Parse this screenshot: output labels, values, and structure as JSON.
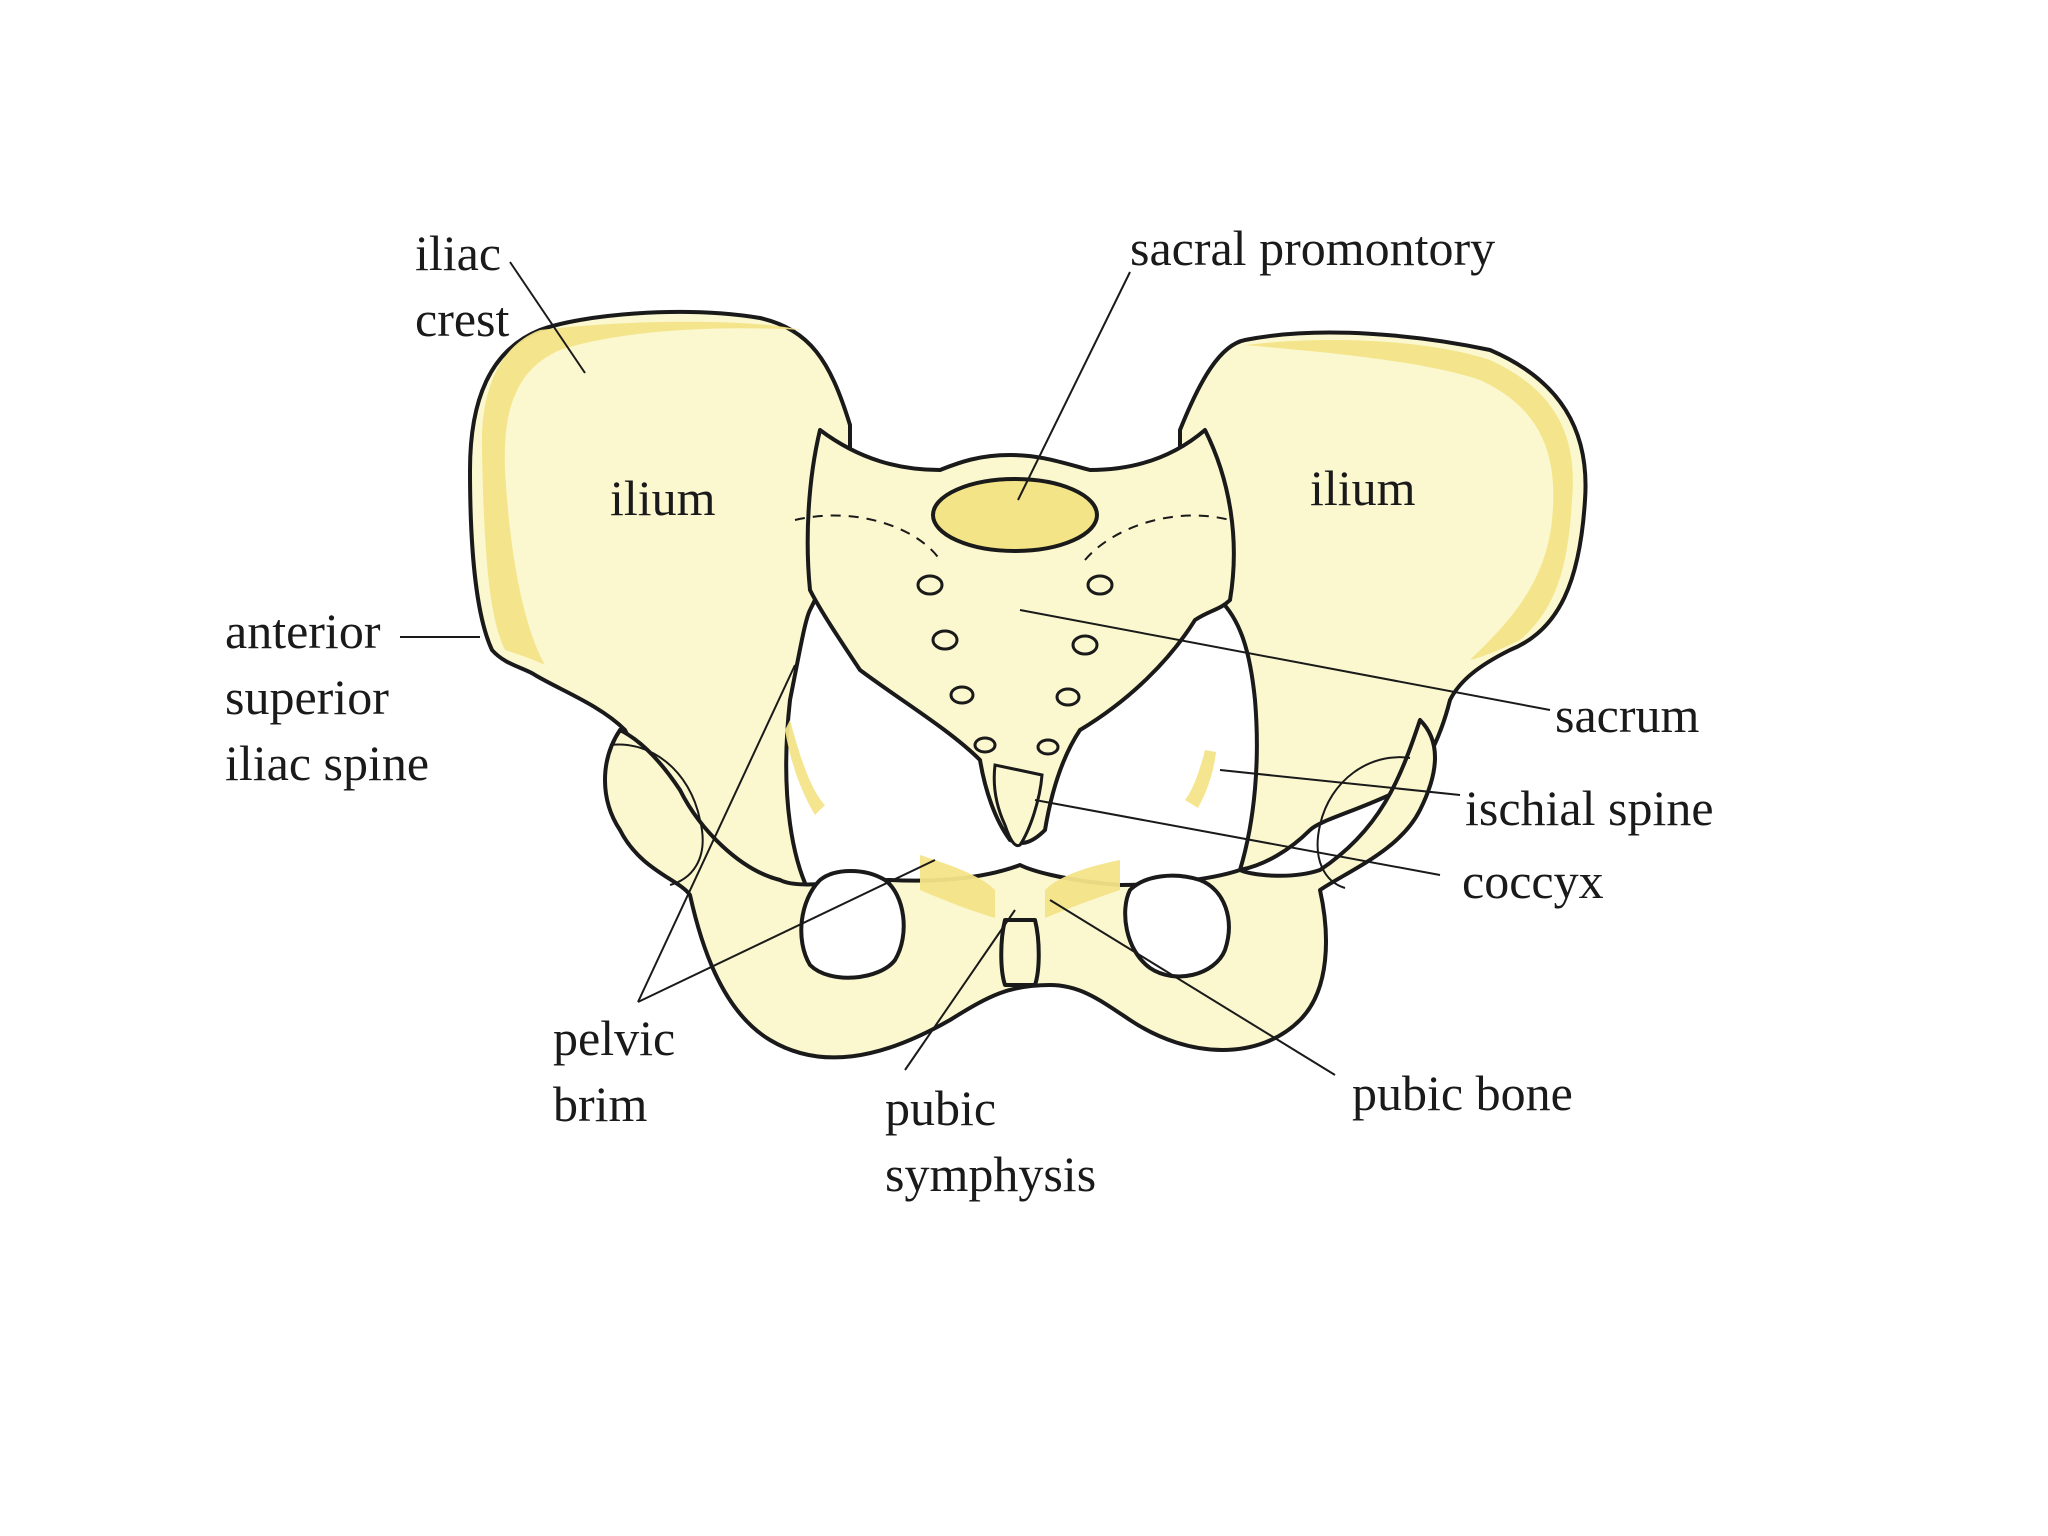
{
  "labels": {
    "iliac_crest": "iliac\ncrest",
    "sacral_promontory": "sacral promontory",
    "ilium_left": "ilium",
    "ilium_right": "ilium",
    "anterior_superior_iliac_spine": "anterior\nsuperior\niliac spine",
    "sacrum": "sacrum",
    "ischial_spine": "ischial spine",
    "coccyx": "coccyx",
    "pelvic_brim": "pelvic\nbrim",
    "pubic_symphysis": "pubic\nsymphysis",
    "pubic_bone": "pubic bone"
  },
  "colors": {
    "bone_fill": "#fbf8cf",
    "cartilage_yellow": "#f3e488",
    "outline": "#1a1a1a",
    "text": "#1a1a1a"
  }
}
